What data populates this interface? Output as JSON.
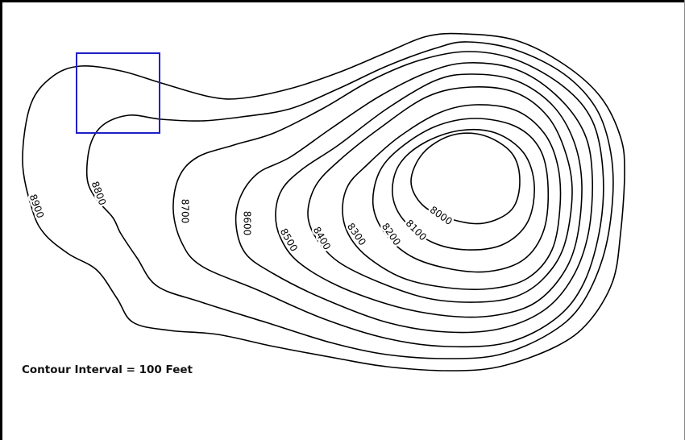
{
  "map": {
    "contour_interval_text": "Contour Interval = 100 Feet",
    "contours": [
      {
        "label": "8900"
      },
      {
        "label": "8800"
      },
      {
        "label": "8700"
      },
      {
        "label": "8600"
      },
      {
        "label": "8500"
      },
      {
        "label": "8400"
      },
      {
        "label": "8300"
      },
      {
        "label": "8200"
      },
      {
        "label": "8100"
      },
      {
        "label": "8000"
      }
    ],
    "line_color": "#000000",
    "highlight_box_color": "#1f1fc8"
  }
}
